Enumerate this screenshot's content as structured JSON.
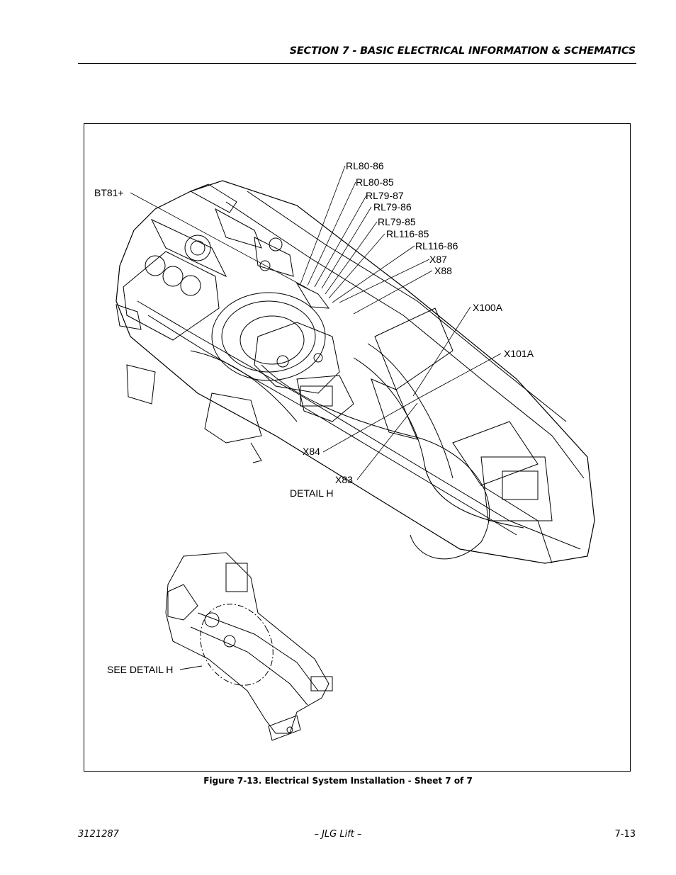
{
  "header": {
    "section_title": "SECTION 7 - BASIC ELECTRICAL INFORMATION & SCHEMATICS"
  },
  "figure": {
    "callouts": {
      "bt81": "BT81+",
      "rl80_86": "RL80-86",
      "rl80_85": "RL80-85",
      "rl79_87": "RL79-87",
      "rl79_86": "RL79-86",
      "rl79_85": "RL79-85",
      "rl116_85": "RL116-85",
      "rl116_86": "RL116-86",
      "x87": "X87",
      "x88": "X88",
      "x100a": "X100A",
      "x101a": "X101A",
      "x84": "X84",
      "x83": "X83"
    },
    "detail_label": "DETAIL H",
    "see_detail_label": "SEE DETAIL H",
    "caption": "Figure 7-13.  Electrical System Installation - Sheet 7 of 7"
  },
  "footer": {
    "doc_number": "3121287",
    "publisher": "– JLG Lift –",
    "page_number": "7-13"
  }
}
